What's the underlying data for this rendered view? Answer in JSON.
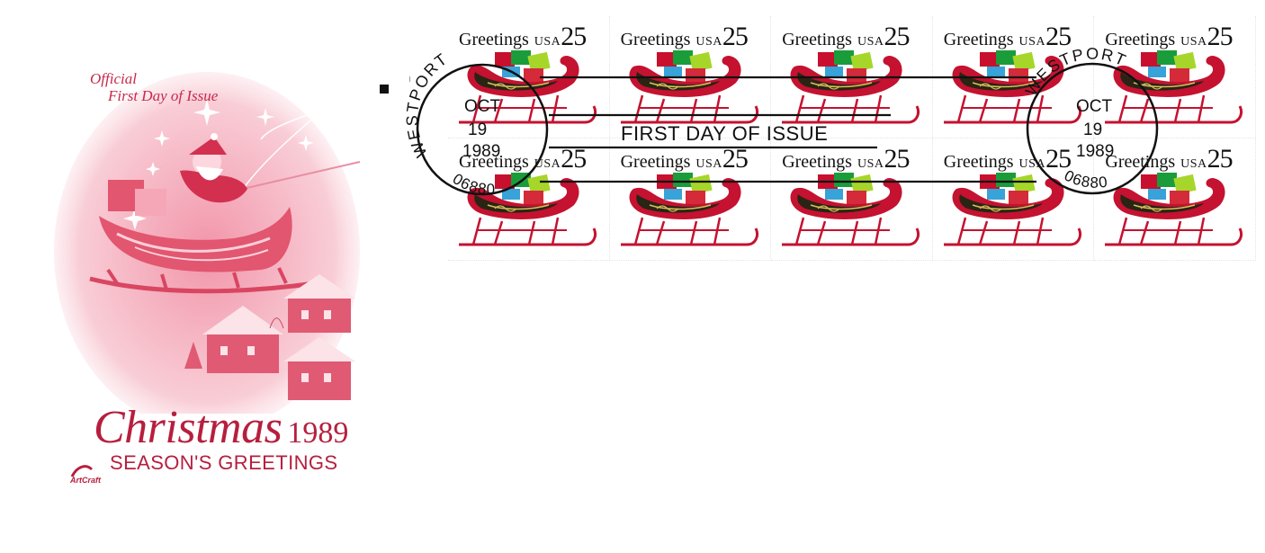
{
  "cachet": {
    "official_line1": "Official",
    "official_line2": "First Day of Issue",
    "title_word": "Christmas",
    "title_year": "1989",
    "subtitle": "SEASON'S GREETINGS",
    "publisher_logo": "ArtCraft",
    "accent_color": "#c8284a"
  },
  "stamp": {
    "greeting": "Greetings",
    "country": "USA",
    "denomination": "25",
    "icon": "sleigh-with-gifts",
    "rows": 2,
    "columns": 5
  },
  "stamps": [
    {
      "id": 1
    },
    {
      "id": 2
    },
    {
      "id": 3
    },
    {
      "id": 4
    },
    {
      "id": 5
    },
    {
      "id": 6
    },
    {
      "id": 7
    },
    {
      "id": 8
    },
    {
      "id": 9
    },
    {
      "id": 10
    }
  ],
  "postmark_left": {
    "town_arc": "WESTPORT",
    "month": "OCT",
    "day": "19",
    "year": "1989",
    "zip_arc": "06880"
  },
  "postmark_right": {
    "town_arc": "WESTPORT",
    "month": "OCT",
    "day": "19",
    "year": "1989",
    "zip_arc": "06880"
  },
  "cancel_text": "FIRST DAY OF ISSUE"
}
